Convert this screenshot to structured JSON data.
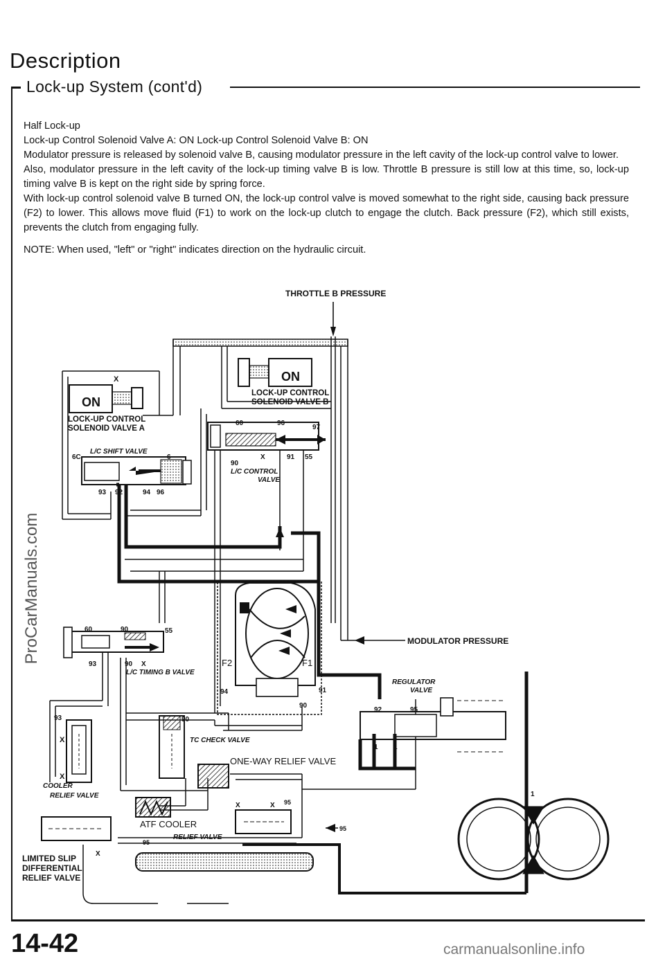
{
  "header": {
    "title": "Description",
    "subtitle": "Lock-up System (cont'd)"
  },
  "body": {
    "heading": "Half Lock-up",
    "solenoid_state": "Lock-up Control Solenoid Valve A: ON   Lock-up Control Solenoid Valve B: ON",
    "paragraph1": "Modulator pressure is released by solenoid valve B, causing modulator pressure in the left cavity of the lock-up control valve to lower.",
    "paragraph2": "Also, modulator pressure in the left cavity of the lock-up timing valve B is low. Throttle B pressure is still low at this time, so, lock-up timing valve B is kept on the right side by spring force.",
    "paragraph3": "With lock-up control solenoid valve B turned ON, the lock-up control valve is moved somewhat to the right side, causing back pressure (F2) to lower. This allows move fluid (F1) to work on the lock-up clutch to engage the clutch. Back pressure (F2), which still exists, prevents the clutch from engaging fully.",
    "note": "NOTE:  When used, \"left\" or \"right\" indicates direction on the hydraulic circuit."
  },
  "diagram": {
    "throttle_b_pressure": "THROTTLE B PRESSURE",
    "modulator_pressure": "MODULATOR PRESSURE",
    "solenoid_a_state": "ON",
    "solenoid_b_state": "ON",
    "solenoid_a_label_1": "LOCK-UP CONTROL",
    "solenoid_a_label_2": "SOLENOID VALVE A",
    "solenoid_b_label_1": "LOCK-UP CONTROL",
    "solenoid_b_label_2": "SOLENOID VALVE B",
    "lc_shift_valve": "L/C SHIFT VALVE",
    "lc_control_valve_1": "L/C CONTROL",
    "lc_control_valve_2": "VALVE",
    "lc_timing_b_valve": "L/C TIMING B VALVE",
    "tc_check_valve": "TC CHECK VALVE",
    "one_way_relief_valve": "ONE-WAY RELIEF VALVE",
    "cooler_relief_valve_1": "COOLER",
    "cooler_relief_valve_2": "RELIEF VALVE",
    "atf_cooler": "ATF COOLER",
    "relief_valve": "RELIEF VALVE",
    "regulator_valve_1": "REGULATOR",
    "regulator_valve_2": "VALVE",
    "limited_slip_1": "LIMITED SLIP",
    "limited_slip_2": "DIFFERENTIAL",
    "limited_slip_3": "RELIEF VALVE",
    "f1": "F1",
    "f2": "F2",
    "x": "X",
    "ports": {
      "p60": "60",
      "p96": "96",
      "p97": "97",
      "p90": "90",
      "p91": "91",
      "p55": "55",
      "p6c": "6C",
      "p6": "6",
      "p93": "93",
      "p92": "92",
      "p94": "94",
      "p95": "95",
      "p1": "1"
    }
  },
  "footer": {
    "page_number": "14-42",
    "watermark_side": "ProCarManuals.com",
    "watermark_bottom": "carmanualsonline.info"
  }
}
